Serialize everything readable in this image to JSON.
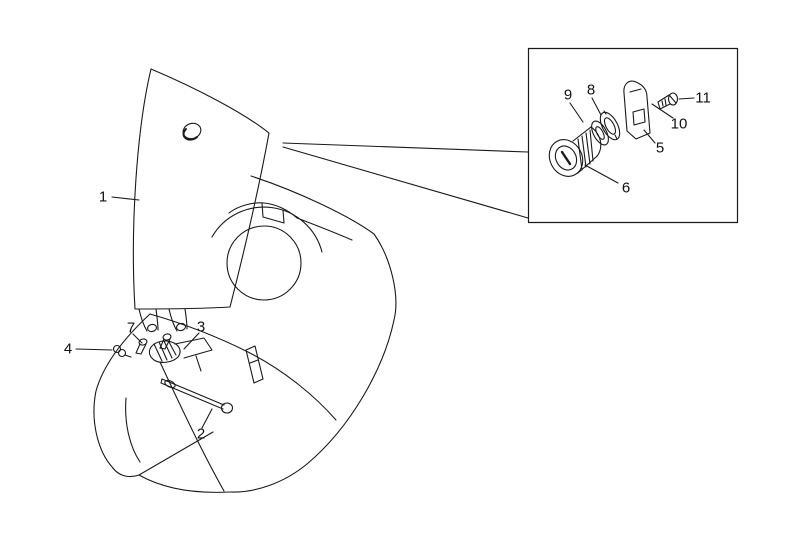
{
  "diagram": {
    "kind": "exploded-parts-diagram",
    "subject": "front panel and lock assembly"
  },
  "colors": {
    "line": "#1a1a1a",
    "background": "#ffffff"
  },
  "callouts": {
    "main": [
      {
        "id": "1"
      },
      {
        "id": "2"
      },
      {
        "id": "3"
      },
      {
        "id": "4"
      },
      {
        "id": "7"
      }
    ],
    "inset": [
      {
        "id": "5"
      },
      {
        "id": "6"
      },
      {
        "id": "8"
      },
      {
        "id": "9"
      },
      {
        "id": "10"
      },
      {
        "id": "11"
      }
    ]
  }
}
